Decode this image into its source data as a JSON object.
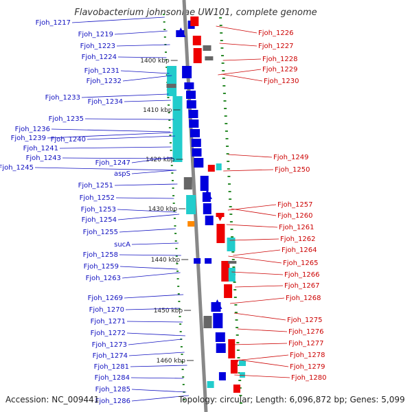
{
  "title": "Flavobacterium johnsoniae UW101, complete genome",
  "accession": "Accession: NC_009441",
  "summary": "Topology: circular; Length: 6,096,872 bp; Genes: 5,099",
  "colors": {
    "plus": "#0000dd",
    "minus": "#ee0000",
    "leftLabel": "#1010c0",
    "rightLabel": "#cc0000",
    "backbone": "#888888",
    "gc": "#2a8a2a"
  },
  "ticks": [
    "1400 kbp",
    "1410 kbp",
    "1420 kbp",
    "1430 kbp",
    "1440 kbp",
    "1450 kbp",
    "1460 kbp"
  ],
  "left_labels": [
    "Fjoh_1217",
    "Fjoh_1219",
    "Fjoh_1223",
    "Fjoh_1224",
    "Fjoh_1231",
    "Fjoh_1232",
    "Fjoh_1233",
    "Fjoh_1234",
    "Fjoh_1235",
    "Fjoh_1236",
    "Fjoh_1239",
    "Fjoh_1240",
    "Fjoh_1241",
    "Fjoh_1243",
    "Fjoh_1245",
    "Fjoh_1247",
    "aspS",
    "Fjoh_1251",
    "Fjoh_1252",
    "Fjoh_1253",
    "Fjoh_1254",
    "Fjoh_1255",
    "sucA",
    "Fjoh_1258",
    "Fjoh_1259",
    "Fjoh_1263",
    "Fjoh_1269",
    "Fjoh_1270",
    "Fjoh_1271",
    "Fjoh_1272",
    "Fjoh_1273",
    "Fjoh_1274",
    "Fjoh_1281",
    "Fjoh_1284",
    "Fjoh_1285",
    "Fjoh_1286"
  ],
  "right_labels": [
    "Fjoh_1226",
    "Fjoh_1227",
    "Fjoh_1228",
    "Fjoh_1229",
    "Fjoh_1230",
    "Fjoh_1249",
    "Fjoh_1250",
    "Fjoh_1257",
    "Fjoh_1260",
    "Fjoh_1261",
    "Fjoh_1262",
    "Fjoh_1264",
    "Fjoh_1265",
    "Fjoh_1266",
    "Fjoh_1267",
    "Fjoh_1268",
    "Fjoh_1275",
    "Fjoh_1276",
    "Fjoh_1277",
    "Fjoh_1278",
    "Fjoh_1279",
    "Fjoh_1280"
  ]
}
